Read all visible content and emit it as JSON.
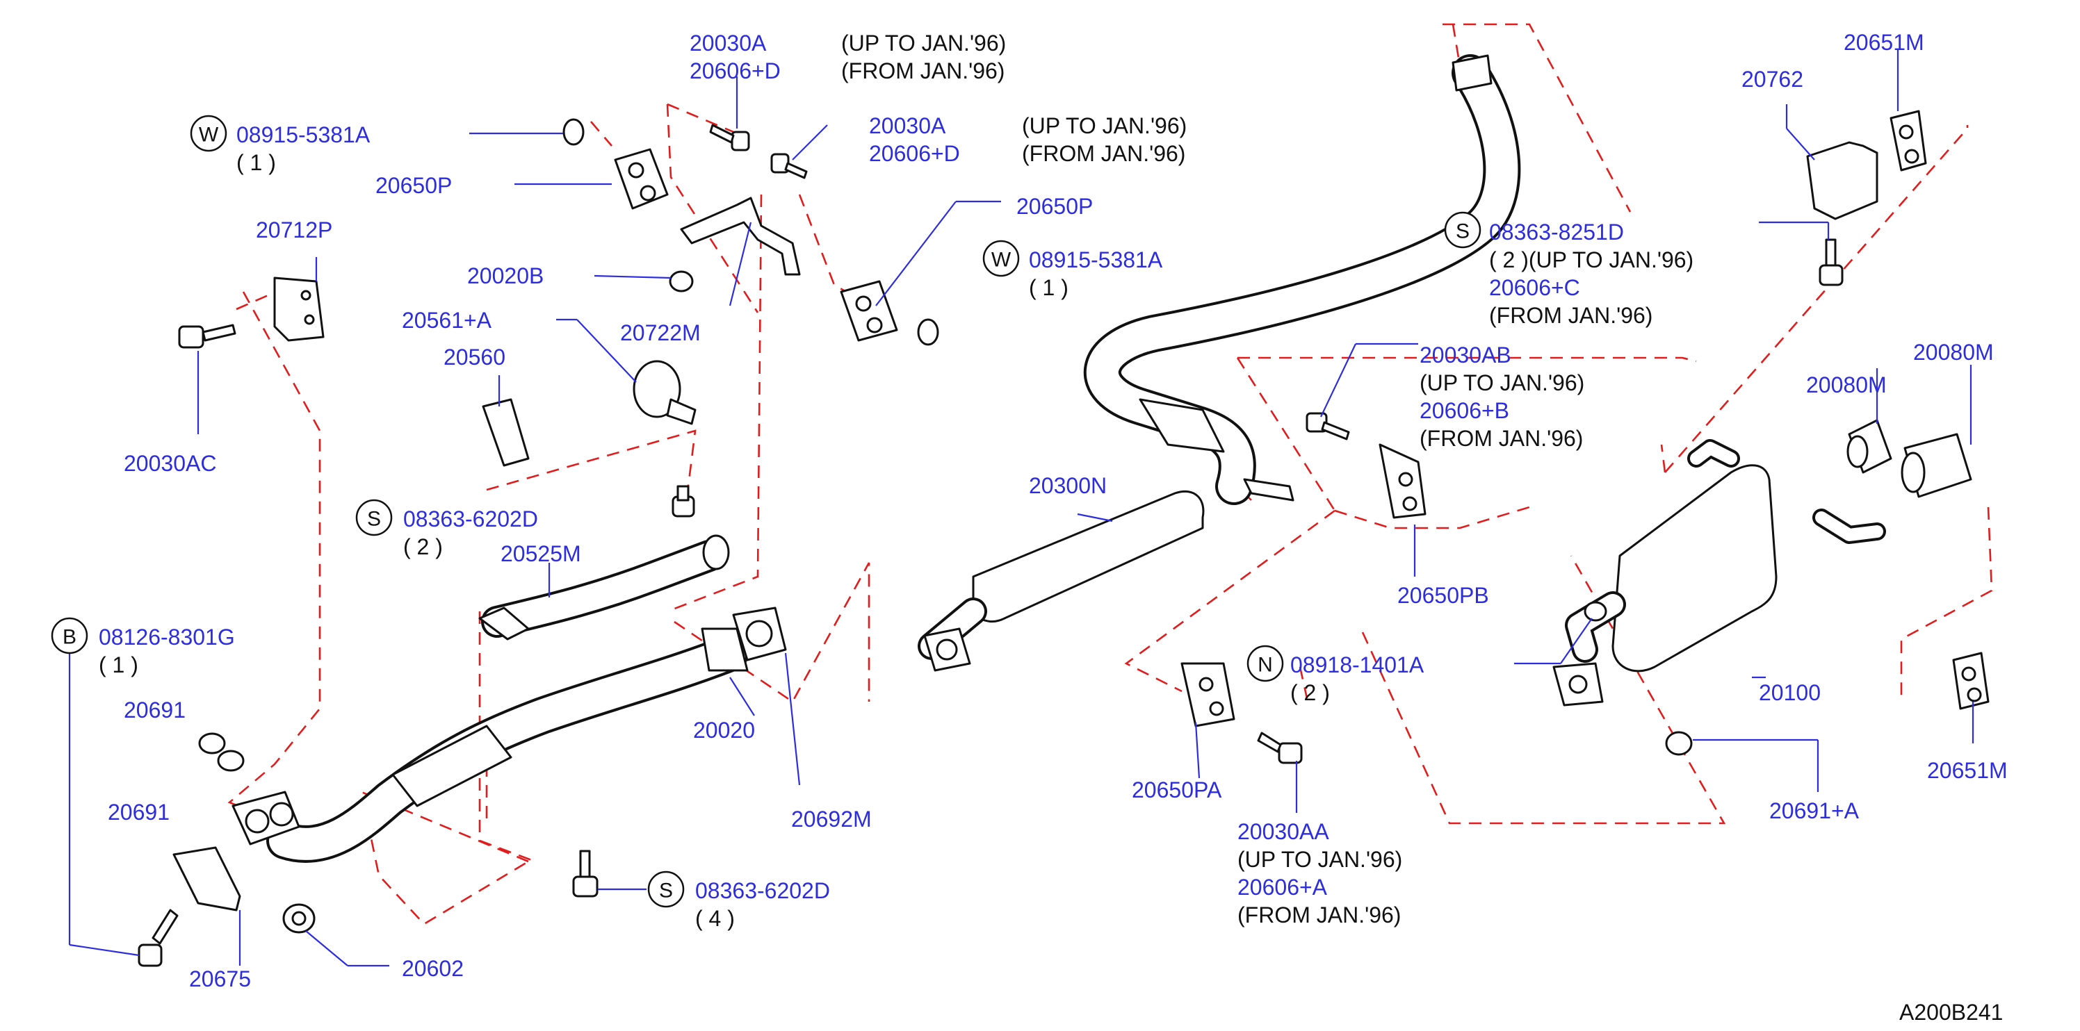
{
  "diagram": {
    "code": "A200B241",
    "colors": {
      "part_number": "#2c2ce0",
      "note": "#111111",
      "dash": "#e21c1c"
    },
    "labels": [
      {
        "id": "l1",
        "text": "20030A"
      },
      {
        "id": "l2",
        "text": "20606+D"
      },
      {
        "id": "l3",
        "text": "(UP  TO  JAN.'96)"
      },
      {
        "id": "l4",
        "text": "(FROM  JAN.'96)"
      },
      {
        "id": "l5",
        "text": "20030A"
      },
      {
        "id": "l6",
        "text": "20606+D"
      },
      {
        "id": "l7",
        "text": "(UP  TO  JAN.'96)"
      },
      {
        "id": "l8",
        "text": "(FROM  JAN.'96)"
      },
      {
        "id": "l9",
        "text": "08915-5381A"
      },
      {
        "id": "l10",
        "text": "( 1  )"
      },
      {
        "id": "l11",
        "text": "20650P"
      },
      {
        "id": "l12",
        "text": "20712P"
      },
      {
        "id": "l13",
        "text": "20020B"
      },
      {
        "id": "l14",
        "text": "20561+A"
      },
      {
        "id": "l15",
        "text": "20722M"
      },
      {
        "id": "l16",
        "text": "20560"
      },
      {
        "id": "l17",
        "text": "20030AC"
      },
      {
        "id": "l18",
        "text": "20650P"
      },
      {
        "id": "l19",
        "text": "08915-5381A"
      },
      {
        "id": "l20",
        "text": "( 1  )"
      },
      {
        "id": "l21",
        "text": "08363-6202D"
      },
      {
        "id": "l22",
        "text": "( 2  )"
      },
      {
        "id": "l23",
        "text": "20525M"
      },
      {
        "id": "l24",
        "text": "08126-8301G"
      },
      {
        "id": "l25",
        "text": "( 1 )"
      },
      {
        "id": "l26",
        "text": "20691"
      },
      {
        "id": "l27",
        "text": "20691"
      },
      {
        "id": "l28",
        "text": "20675"
      },
      {
        "id": "l29",
        "text": "20602"
      },
      {
        "id": "l30",
        "text": "08363-6202D"
      },
      {
        "id": "l31",
        "text": "( 4  )"
      },
      {
        "id": "l32",
        "text": "20020"
      },
      {
        "id": "l33",
        "text": "20692M"
      },
      {
        "id": "l34",
        "text": "20300N"
      },
      {
        "id": "l35",
        "text": "08363-8251D"
      },
      {
        "id": "l36",
        "text": "( 2  )(UP  TO  JAN.'96)"
      },
      {
        "id": "l37",
        "text": "20606+C"
      },
      {
        "id": "l38",
        "text": "(FROM  JAN.'96)"
      },
      {
        "id": "l39",
        "text": "20762"
      },
      {
        "id": "l40",
        "text": "20651M"
      },
      {
        "id": "l41",
        "text": "20030AB"
      },
      {
        "id": "l42",
        "text": "(UP  TO  JAN.'96)"
      },
      {
        "id": "l43",
        "text": "20606+B"
      },
      {
        "id": "l44",
        "text": "(FROM  JAN.'96)"
      },
      {
        "id": "l45",
        "text": "20080M"
      },
      {
        "id": "l46",
        "text": "20080M"
      },
      {
        "id": "l47",
        "text": "20650PB"
      },
      {
        "id": "l48",
        "text": "08918-1401A"
      },
      {
        "id": "l49",
        "text": "( 2  )"
      },
      {
        "id": "l50",
        "text": "20650PA"
      },
      {
        "id": "l51",
        "text": "20030AA"
      },
      {
        "id": "l52",
        "text": "(UP  TO  JAN.'96)"
      },
      {
        "id": "l53",
        "text": "20606+A"
      },
      {
        "id": "l54",
        "text": "(FROM  JAN.'96)"
      },
      {
        "id": "l55",
        "text": "20100"
      },
      {
        "id": "l56",
        "text": "20691+A"
      },
      {
        "id": "l57",
        "text": "20651M"
      }
    ],
    "callouts": [
      {
        "id": "c1",
        "letter": "W"
      },
      {
        "id": "c2",
        "letter": "W"
      },
      {
        "id": "c3",
        "letter": "S"
      },
      {
        "id": "c4",
        "letter": "B"
      },
      {
        "id": "c5",
        "letter": "S"
      },
      {
        "id": "c6",
        "letter": "S"
      },
      {
        "id": "c7",
        "letter": "N"
      }
    ]
  }
}
